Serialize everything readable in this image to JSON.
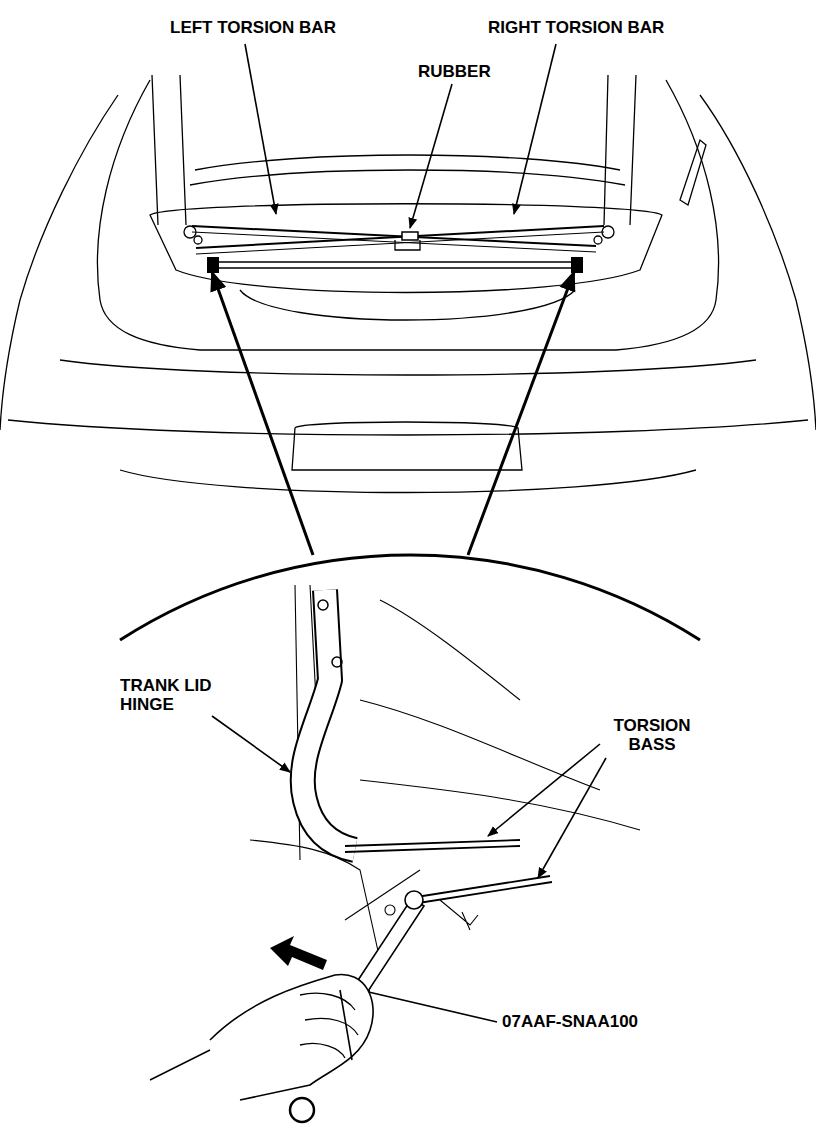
{
  "diagram": {
    "labels": [
      "LEFT TORSION BAR",
      "RIGHT TORSION BAR",
      "RUBBER",
      "TRANK LID HINGE",
      "TORSION BASS",
      "07AAF-SNAA100"
    ]
  }
}
